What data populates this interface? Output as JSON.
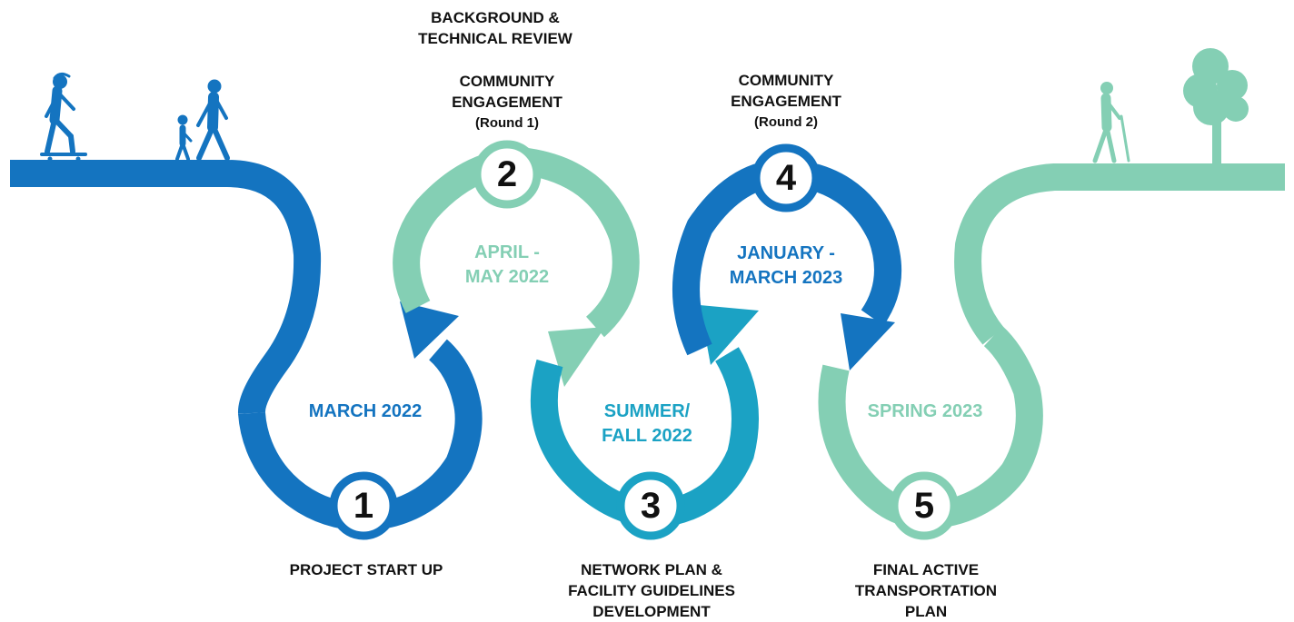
{
  "colors": {
    "dark_blue": "#1474c0",
    "teal_blue": "#1ba2c4",
    "mint": "#84cfb4",
    "text": "#111111"
  },
  "steps": [
    {
      "number": "1",
      "period": [
        "MARCH 2022"
      ],
      "label": [
        "PROJECT START UP"
      ]
    },
    {
      "number": "2",
      "period": [
        "APRIL -",
        "MAY 2022"
      ],
      "label": [
        "COMMUNITY",
        "ENGAGEMENT"
      ],
      "sublabel": "(Round 1)",
      "top_label": [
        "BACKGROUND &",
        "TECHNICAL REVIEW"
      ]
    },
    {
      "number": "3",
      "period": [
        "SUMMER/",
        "FALL 2022"
      ],
      "label": [
        "NETWORK PLAN &",
        "FACILITY GUIDELINES",
        "DEVELOPMENT"
      ]
    },
    {
      "number": "4",
      "period": [
        "JANUARY -",
        "MARCH 2023"
      ],
      "label": [
        "COMMUNITY",
        "ENGAGEMENT"
      ],
      "sublabel": "(Round 2)"
    },
    {
      "number": "5",
      "period": [
        "SPRING 2023"
      ],
      "label": [
        "FINAL ACTIVE",
        "TRANSPORTATION",
        "PLAN"
      ]
    }
  ],
  "icons": {
    "skateboarder": "skateboarder-icon",
    "child": "child-walking-icon",
    "adult": "adult-walking-icon",
    "senior": "senior-with-cane-icon",
    "tree": "tree-icon"
  }
}
